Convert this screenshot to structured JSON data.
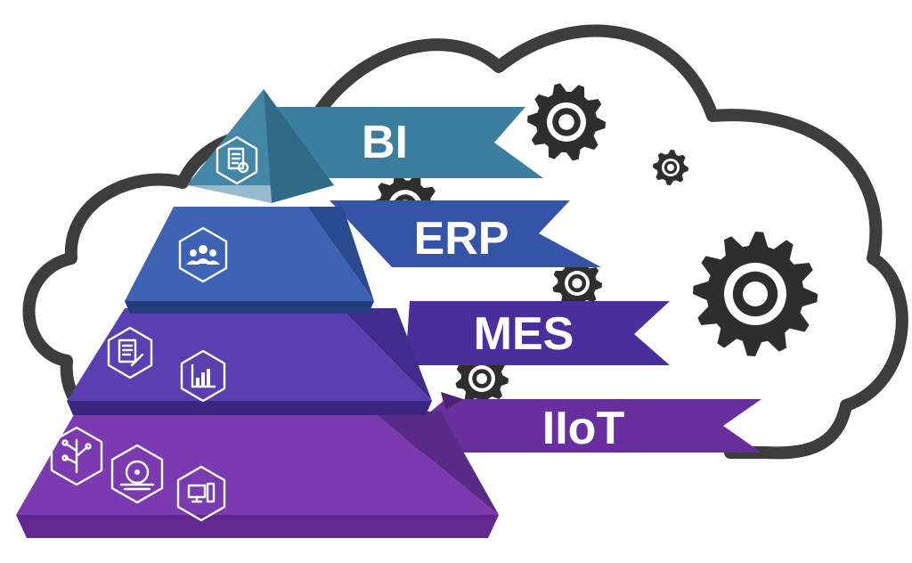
{
  "layers": [
    {
      "label": "BI",
      "color_front": "#4a8fae",
      "color_side": "#2f6b88",
      "color_banner": "#3b7e9e",
      "color_banner_tail": "#2d6583",
      "icons": [
        "report-icon"
      ]
    },
    {
      "label": "ERP",
      "color_front": "#3e63b4",
      "color_side": "#2a4a90",
      "color_banner": "#3554a8",
      "color_banner_tail": "#283f86",
      "icons": [
        "users-icon"
      ]
    },
    {
      "label": "MES",
      "color_front": "#5b3fb0",
      "color_side": "#402c8c",
      "color_banner": "#4a2f9c",
      "color_banner_tail": "#37227a",
      "icons": [
        "document-icon",
        "bar-chart-icon"
      ]
    },
    {
      "label": "IIoT",
      "color_front": "#7b3ab0",
      "color_side": "#5a2a88",
      "color_banner": "#6a2f9e",
      "color_banner_tail": "#4f2278",
      "icons": [
        "circuit-icon",
        "saw-icon",
        "computer-icon"
      ]
    }
  ],
  "cloud": {
    "stroke_color": "#3d3d3d"
  },
  "gear_color": "#2e2e2e"
}
